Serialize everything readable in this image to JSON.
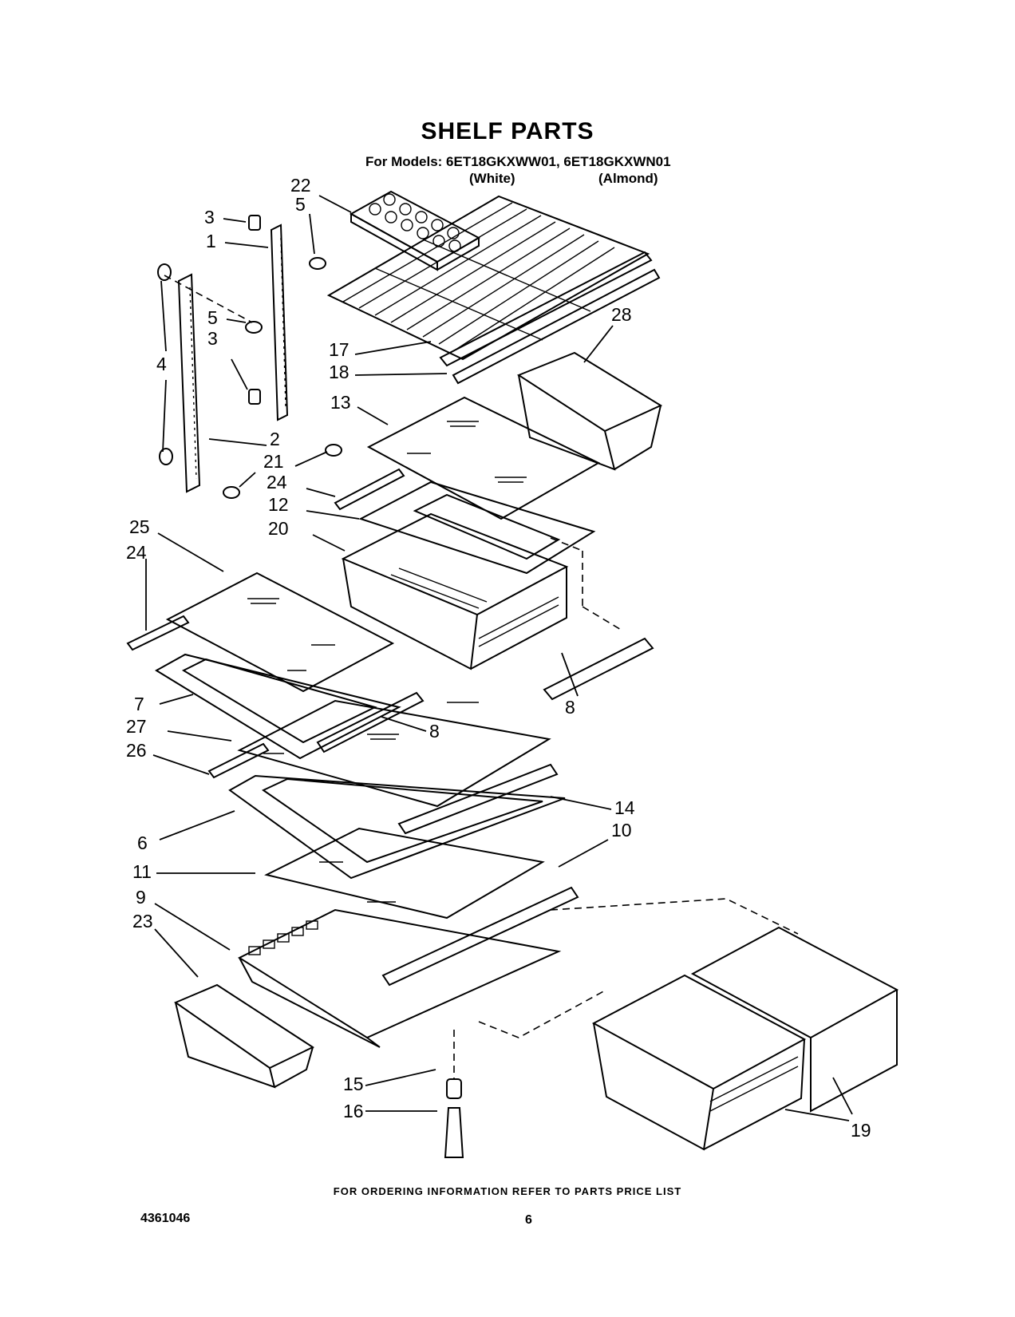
{
  "header": {
    "title": "SHELF PARTS",
    "models_line": "For Models: 6ET18GKXWW01, 6ET18GKXWN01",
    "variant_white": "(White)",
    "variant_almond": "(Almond)"
  },
  "footer": {
    "ordering_note": "FOR ORDERING INFORMATION REFER TO PARTS PRICE LIST",
    "document_number": "4361046",
    "page_number": "6"
  },
  "callouts": {
    "c1": "1",
    "c2": "2",
    "c3a": "3",
    "c3b": "3",
    "c4": "4",
    "c5a": "5",
    "c5b": "5",
    "c6": "6",
    "c7": "7",
    "c8a": "8",
    "c8b": "8",
    "c9": "9",
    "c10": "10",
    "c11": "11",
    "c12": "12",
    "c13": "13",
    "c14": "14",
    "c15": "15",
    "c16": "16",
    "c17": "17",
    "c18": "18",
    "c19": "19",
    "c20": "20",
    "c21": "21",
    "c22": "22",
    "c23": "23",
    "c24a": "24",
    "c24b": "24",
    "c25": "25",
    "c26": "26",
    "c27": "27",
    "c28": "28"
  }
}
